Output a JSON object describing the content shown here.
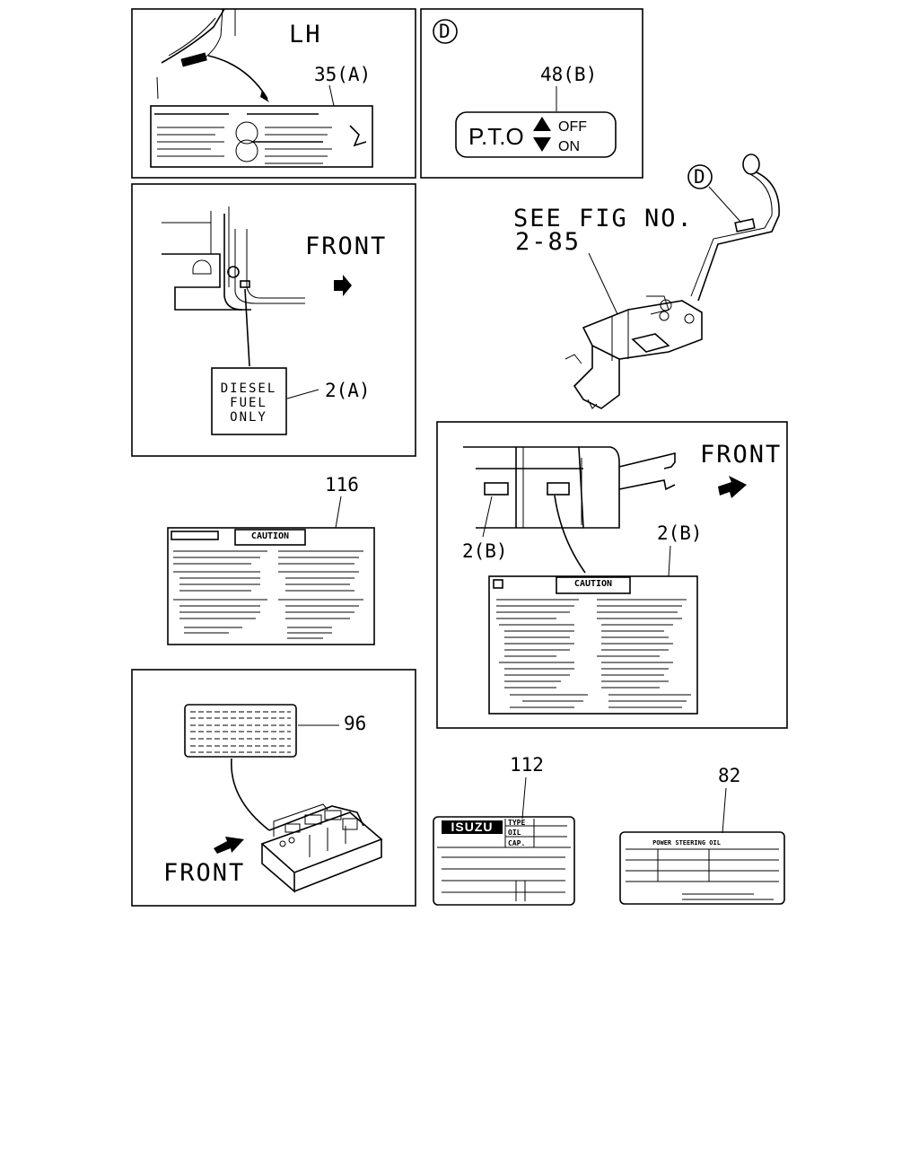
{
  "panels": {
    "lh_label": {
      "side": "LH",
      "part": "35(A)"
    },
    "pto": {
      "marker": "D",
      "part": "48(B)",
      "label_main": "P.T.O",
      "off": "OFF",
      "on": "ON"
    },
    "diesel": {
      "front": "FRONT",
      "label_lines": [
        "DIESEL",
        "FUEL",
        "ONLY"
      ],
      "part": "2(A)"
    },
    "lever": {
      "see_fig_line1": "SEE FIG NO.",
      "see_fig_line2": "2-85",
      "marker": "D"
    },
    "caution_116": {
      "part": "116",
      "title": "CAUTION"
    },
    "cab_2b": {
      "front": "FRONT",
      "part_left": "2(B)",
      "part_right": "2(B)",
      "title": "CAUTION"
    },
    "block_96": {
      "part": "96",
      "front": "FRONT"
    },
    "plate_112": {
      "part": "112",
      "brand": "ISUZU",
      "rows": [
        "TYPE",
        "OIL",
        "CAP."
      ]
    },
    "plate_82": {
      "part": "82",
      "title": "POWER STEERING OIL"
    }
  }
}
